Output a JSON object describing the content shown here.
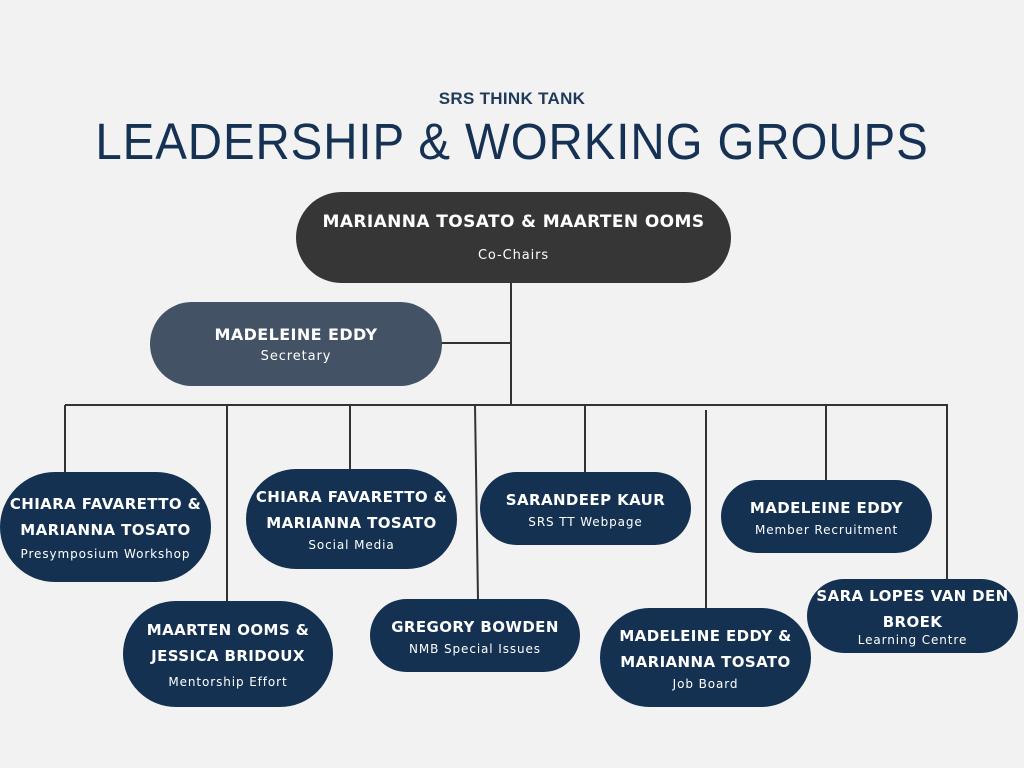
{
  "header": {
    "kicker": "SRS THINK TANK",
    "title": "LEADERSHIP & WORKING GROUPS"
  },
  "colors": {
    "background": "#f2f2f2",
    "navy": "#143152",
    "chairs": "#363636",
    "secretary": "#445265",
    "connector": "#333333"
  },
  "chairs": {
    "name": "MARIANNA TOSATO & MAARTEN OOMS",
    "role": "Co-Chairs"
  },
  "secretary": {
    "name": "MADELEINE EDDY",
    "role": "Secretary"
  },
  "groups": [
    {
      "name_1": "CHIARA FAVARETTO &",
      "name_2": "MARIANNA TOSATO",
      "role": "Presymposium Workshop"
    },
    {
      "name_1": "MAARTEN OOMS &",
      "name_2": "JESSICA BRIDOUX",
      "role": "Mentorship Effort"
    },
    {
      "name_1": "CHIARA FAVARETTO &",
      "name_2": "MARIANNA TOSATO",
      "role": "Social Media"
    },
    {
      "name_1": "GREGORY BOWDEN",
      "role": "NMB Special Issues"
    },
    {
      "name_1": "SARANDEEP KAUR",
      "role": "SRS TT Webpage"
    },
    {
      "name_1": "MADELEINE EDDY &",
      "name_2": "MARIANNA TOSATO",
      "role": "Job Board"
    },
    {
      "name_1": "MADELEINE EDDY",
      "role": "Member Recruitment"
    },
    {
      "name_1": "SARA LOPES VAN DEN",
      "name_2": "BROEK",
      "role": "Learning Centre"
    }
  ]
}
